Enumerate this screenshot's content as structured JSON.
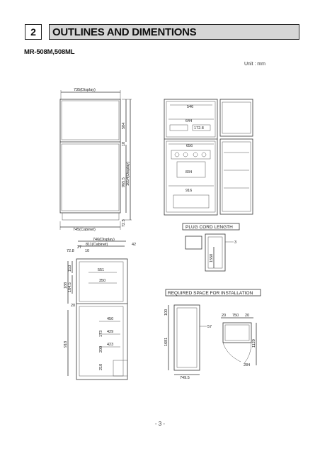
{
  "header": {
    "number": "2",
    "title": "OUTLINES AND DIMENTIONS"
  },
  "model": "MR-508M,508ML",
  "unit": "Unit : mm",
  "page_number": "- 3 -",
  "front": {
    "width_display": "735(Display)",
    "width_cabinet": "745(Cabinet)",
    "h_upper": "584",
    "h_18": "18",
    "h_lower": "965.5",
    "h_total": "1654(Display)",
    "h_base": "72.5"
  },
  "interior": {
    "d546": "546",
    "d644": "644",
    "d172": "172.8",
    "d656": "656",
    "d834": "834",
    "d916": "916"
  },
  "plug": {
    "title": "PLUG CORD LENGTH",
    "len": "1550",
    "num": "3"
  },
  "side": {
    "depth_display": "746(Display)",
    "depth_cabinet": "811(Cabinet)",
    "d42": "42",
    "d72": "72.8",
    "d27": "27",
    "d10": "10",
    "d551": "551",
    "d350": "350",
    "d20": "20",
    "d450": "450",
    "d429": "429",
    "d423": "423",
    "d918": "918",
    "d153": "153",
    "d164": "164.5",
    "d188": "188",
    "d173": "173",
    "d200": "200",
    "d210": "210"
  },
  "install": {
    "title": "REQUIRED SPACE FOR INSTALLATION",
    "d100": "100",
    "d57": "57",
    "d1681": "1681",
    "d7495": "749.5",
    "s20a": "20",
    "s750": "750",
    "s20b": "20",
    "s1120": "1120",
    "s284": "284"
  }
}
